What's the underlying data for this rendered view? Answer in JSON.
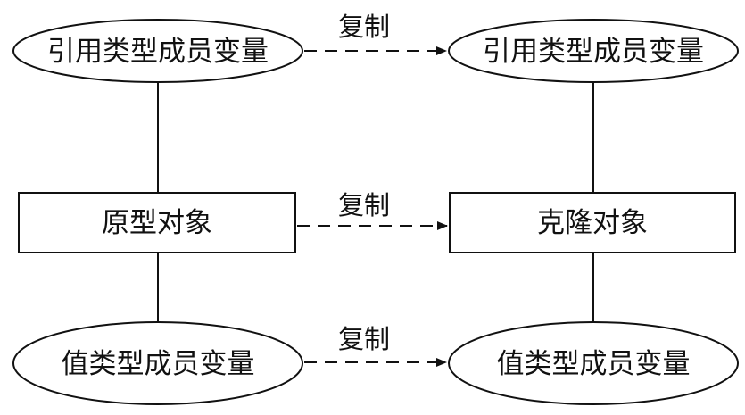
{
  "diagram": {
    "nodes": {
      "prototype_ref_member": "引用类型成员变量",
      "clone_ref_member": "引用类型成员变量",
      "prototype_object": "原型对象",
      "clone_object": "克隆对象",
      "prototype_value_member": "值类型成员变量",
      "clone_value_member": "值类型成员变量"
    },
    "edges": {
      "copy_ref": "复制",
      "copy_object": "复制",
      "copy_value": "复制"
    },
    "colors": {
      "stroke": "#111111",
      "background": "#ffffff"
    }
  }
}
